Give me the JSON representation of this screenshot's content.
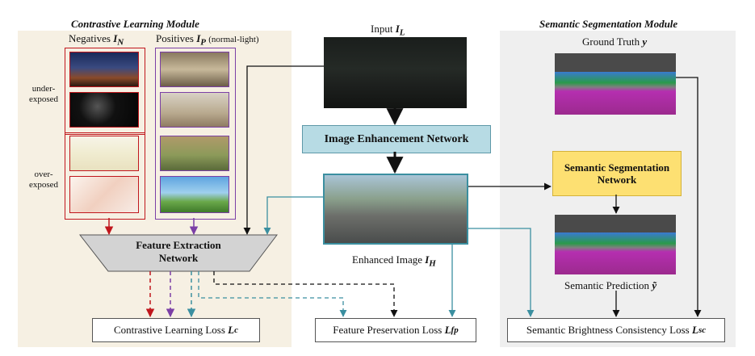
{
  "modules": {
    "contrastive_title": "Contrastive Learning Module",
    "segmentation_title": "Semantic Segmentation Module"
  },
  "labels": {
    "negatives_prefix": "Negatives ",
    "negatives_var": "I",
    "negatives_sub": "N",
    "positives_prefix": "Positives ",
    "positives_var": "I",
    "positives_sub": "P",
    "positives_note": "(normal-light)",
    "under_1": "under-",
    "under_2": "exposed",
    "over_1": "over-",
    "over_2": "exposed",
    "input_prefix": "Input ",
    "input_var": "I",
    "input_sub": "L",
    "enhanced_prefix": "Enhanced Image ",
    "enhanced_var": "I",
    "enhanced_sub": "H",
    "gt_prefix": "Ground Truth ",
    "gt_var": "y",
    "pred_prefix": "Semantic Prediction ",
    "pred_var": "ỹ"
  },
  "boxes": {
    "ien": "Image Enhancement Network",
    "fen_line1": "Feature Extraction",
    "fen_line2": "Network",
    "ssn": "Semantic Segmentation Network"
  },
  "losses": {
    "contrastive_prefix": "Contrastive Learning Loss ",
    "contrastive_var": "L",
    "contrastive_sub": "c",
    "fp_prefix": "Feature Preservation Loss ",
    "fp_var": "L",
    "fp_sub": "fp",
    "sbc_prefix": "Semantic Brightness Consistency Loss ",
    "sbc_var": "L",
    "sbc_sub": "sc"
  },
  "colors": {
    "negative": "#c0161c",
    "positive": "#7b3fa6",
    "teal": "#3b8fa0",
    "ien_fill": "#b7dbe4",
    "ssn_fill": "#fde072"
  }
}
